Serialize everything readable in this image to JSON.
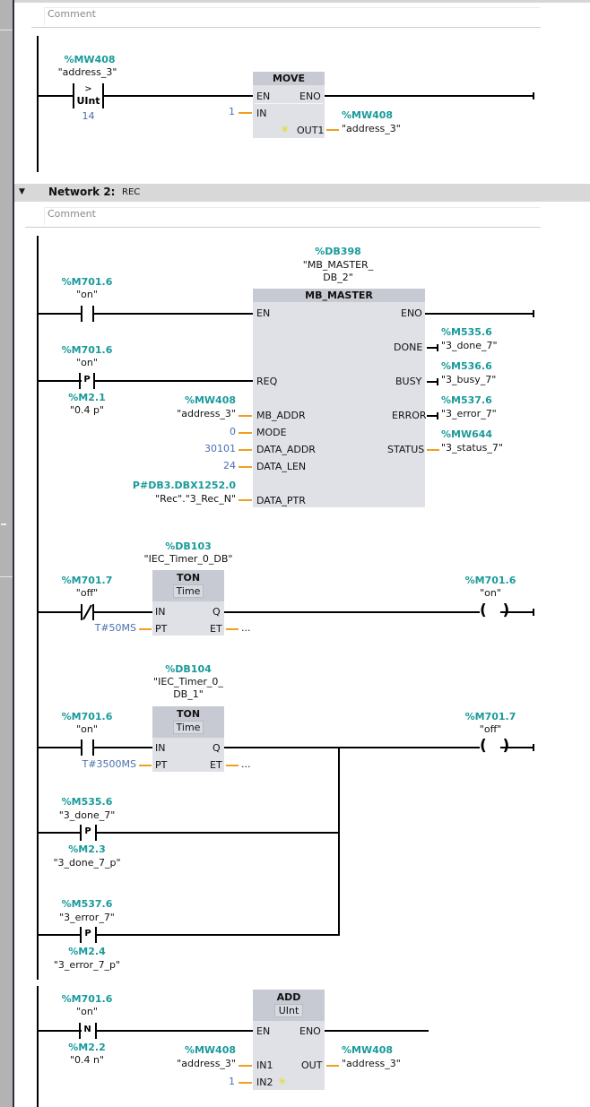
{
  "network1": {
    "comment_placeholder": "Comment",
    "compare": {
      "address": "%MW408",
      "symbol": "\"address_3\"",
      "operator": ">",
      "type": "UInt",
      "value": "14"
    },
    "move": {
      "title": "MOVE",
      "en": "EN",
      "eno": "ENO",
      "in": "IN",
      "in_value": "1",
      "out": "OUT1",
      "out_address": "%MW408",
      "out_symbol": "\"address_3\""
    }
  },
  "network2": {
    "collapse_icon": "▼",
    "title": "Network 2:",
    "name": "REC",
    "comment_placeholder": "Comment",
    "mb_master": {
      "instance_address": "%DB398",
      "instance_symbol_line1": "\"MB_MASTER_",
      "instance_symbol_line2": "DB_2\"",
      "title": "MB_MASTER",
      "pins_in": {
        "en": "EN",
        "req": "REQ",
        "mb_addr": "MB_ADDR",
        "mode": "MODE",
        "data_addr": "DATA_ADDR",
        "data_len": "DATA_LEN",
        "data_ptr": "DATA_PTR"
      },
      "pins_out": {
        "eno": "ENO",
        "done": "DONE",
        "busy": "BUSY",
        "error": "ERROR",
        "status": "STATUS"
      },
      "en_contact": {
        "address": "%M701.6",
        "symbol": "\"on\""
      },
      "req_contact": {
        "address": "%M701.6",
        "symbol": "\"on\"",
        "type": "P",
        "edge_address": "%M2.1",
        "edge_symbol": "\"0.4 p\""
      },
      "mb_addr": {
        "address": "%MW408",
        "symbol": "\"address_3\""
      },
      "mode_value": "0",
      "data_addr_value": "30101",
      "data_len_value": "24",
      "data_ptr": {
        "address": "P#DB3.DBX1252.0",
        "symbol": "\"Rec\".\"3_Rec_N\""
      },
      "done": {
        "address": "%M535.6",
        "symbol": "\"3_done_7\""
      },
      "busy": {
        "address": "%M536.6",
        "symbol": "\"3_busy_7\""
      },
      "error": {
        "address": "%M537.6",
        "symbol": "\"3_error_7\""
      },
      "status": {
        "address": "%MW644",
        "symbol": "\"3_status_7\""
      }
    },
    "timer1": {
      "instance_address": "%DB103",
      "instance_symbol": "\"IEC_Timer_0_DB\"",
      "title": "TON",
      "type": "Time",
      "in": "IN",
      "q": "Q",
      "pt": "PT",
      "et": "ET",
      "pt_value": "T#50MS",
      "et_value": "...",
      "contact": {
        "address": "%M701.7",
        "symbol": "\"off\"",
        "type": "NC"
      },
      "coil": {
        "address": "%M701.6",
        "symbol": "\"on\""
      }
    },
    "timer2": {
      "instance_address": "%DB104",
      "instance_symbol_line1": "\"IEC_Timer_0_",
      "instance_symbol_line2": "DB_1\"",
      "title": "TON",
      "type": "Time",
      "in": "IN",
      "q": "Q",
      "pt": "PT",
      "et": "ET",
      "pt_value": "T#3500MS",
      "et_value": "...",
      "contact": {
        "address": "%M701.6",
        "symbol": "\"on\""
      },
      "coil": {
        "address": "%M701.7",
        "symbol": "\"off\""
      },
      "branch1": {
        "address": "%M535.6",
        "symbol": "\"3_done_7\"",
        "type": "P",
        "edge_address": "%M2.3",
        "edge_symbol": "\"3_done_7_p\""
      },
      "branch2": {
        "address": "%M537.6",
        "symbol": "\"3_error_7\"",
        "type": "P",
        "edge_address": "%M2.4",
        "edge_symbol": "\"3_error_7_p\""
      }
    },
    "add": {
      "title": "ADD",
      "type": "UInt",
      "en": "EN",
      "eno": "ENO",
      "in1": "IN1",
      "in2": "IN2",
      "out": "OUT",
      "in1_address": "%MW408",
      "in1_symbol": "\"address_3\"",
      "in2_value": "1",
      "out_address": "%MW408",
      "out_symbol": "\"address_3\"",
      "contact": {
        "address": "%M701.6",
        "symbol": "\"on\"",
        "type": "N",
        "edge_address": "%M2.2",
        "edge_symbol": "\"0.4 n\""
      }
    }
  }
}
